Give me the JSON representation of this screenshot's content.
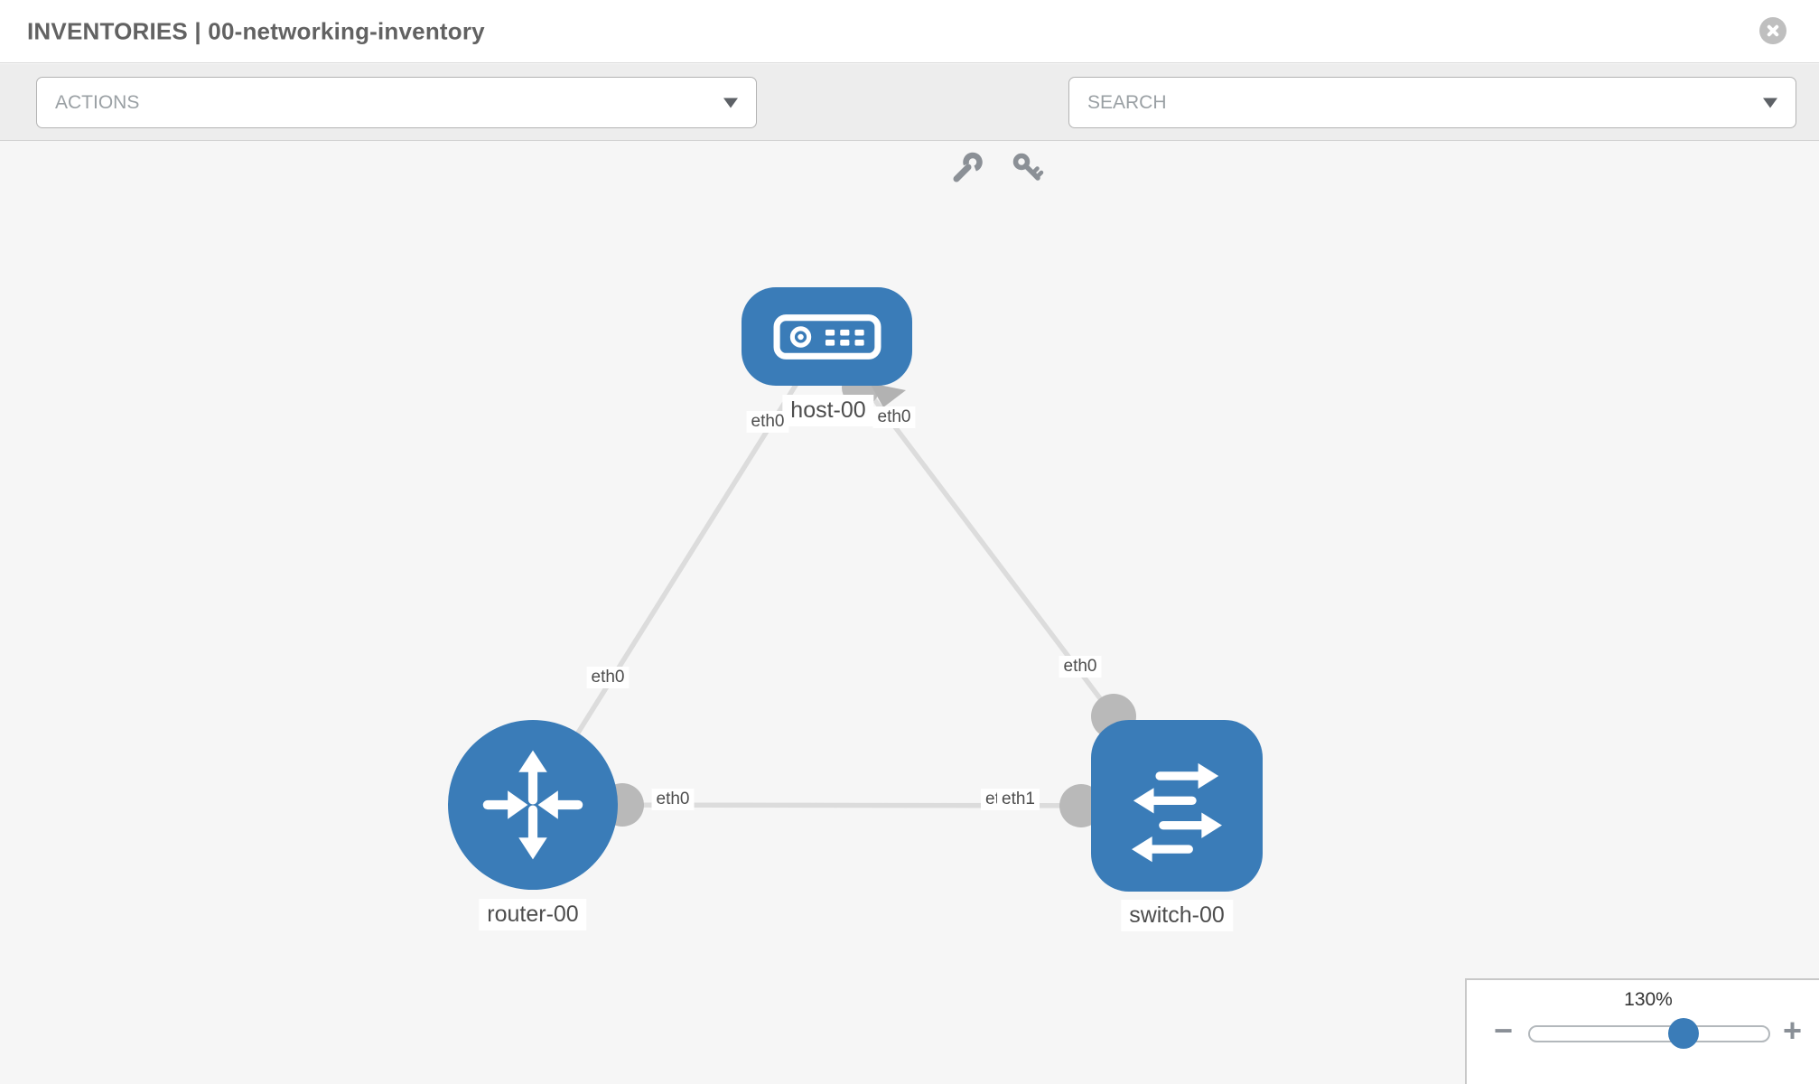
{
  "header": {
    "title": "INVENTORIES | 00-networking-inventory",
    "close_icon": "circle-x"
  },
  "toolbar": {
    "actions_label": "ACTIONS",
    "search_placeholder": "SEARCH",
    "icons": [
      "wrench-icon",
      "key-icon"
    ]
  },
  "graph": {
    "nodes": [
      {
        "id": "host-00",
        "type": "host",
        "label": "host-00"
      },
      {
        "id": "router-00",
        "type": "router",
        "label": "router-00"
      },
      {
        "id": "switch-00",
        "type": "switch",
        "label": "switch-00"
      }
    ],
    "links": [
      {
        "from": "host-00",
        "to": "router-00",
        "from_iface": "eth0",
        "to_iface": "eth0"
      },
      {
        "from": "host-00",
        "to": "switch-00",
        "from_iface": "eth0",
        "to_iface": "eth0"
      },
      {
        "from": "router-00",
        "to": "switch-00",
        "from_iface": "eth0",
        "to_iface": "eth1"
      }
    ],
    "iface_labels": [
      {
        "text": "eth0"
      },
      {
        "text": "eth0"
      },
      {
        "text": "eth0"
      },
      {
        "text": "eth0"
      },
      {
        "text": "eth0"
      },
      {
        "text": "eth0"
      },
      {
        "text": "eth1"
      }
    ]
  },
  "zoom_control": {
    "value": "130%",
    "minus_label": "−",
    "plus_label": "+"
  },
  "colors": {
    "node_blue": "#3a7cb8",
    "link_gray": "#dcdcdc",
    "port_gray": "#b9b9b9",
    "toolbar_gray": "#ededed",
    "canvas_gray": "#f6f6f6",
    "text_gray": "#4d4d4d"
  }
}
